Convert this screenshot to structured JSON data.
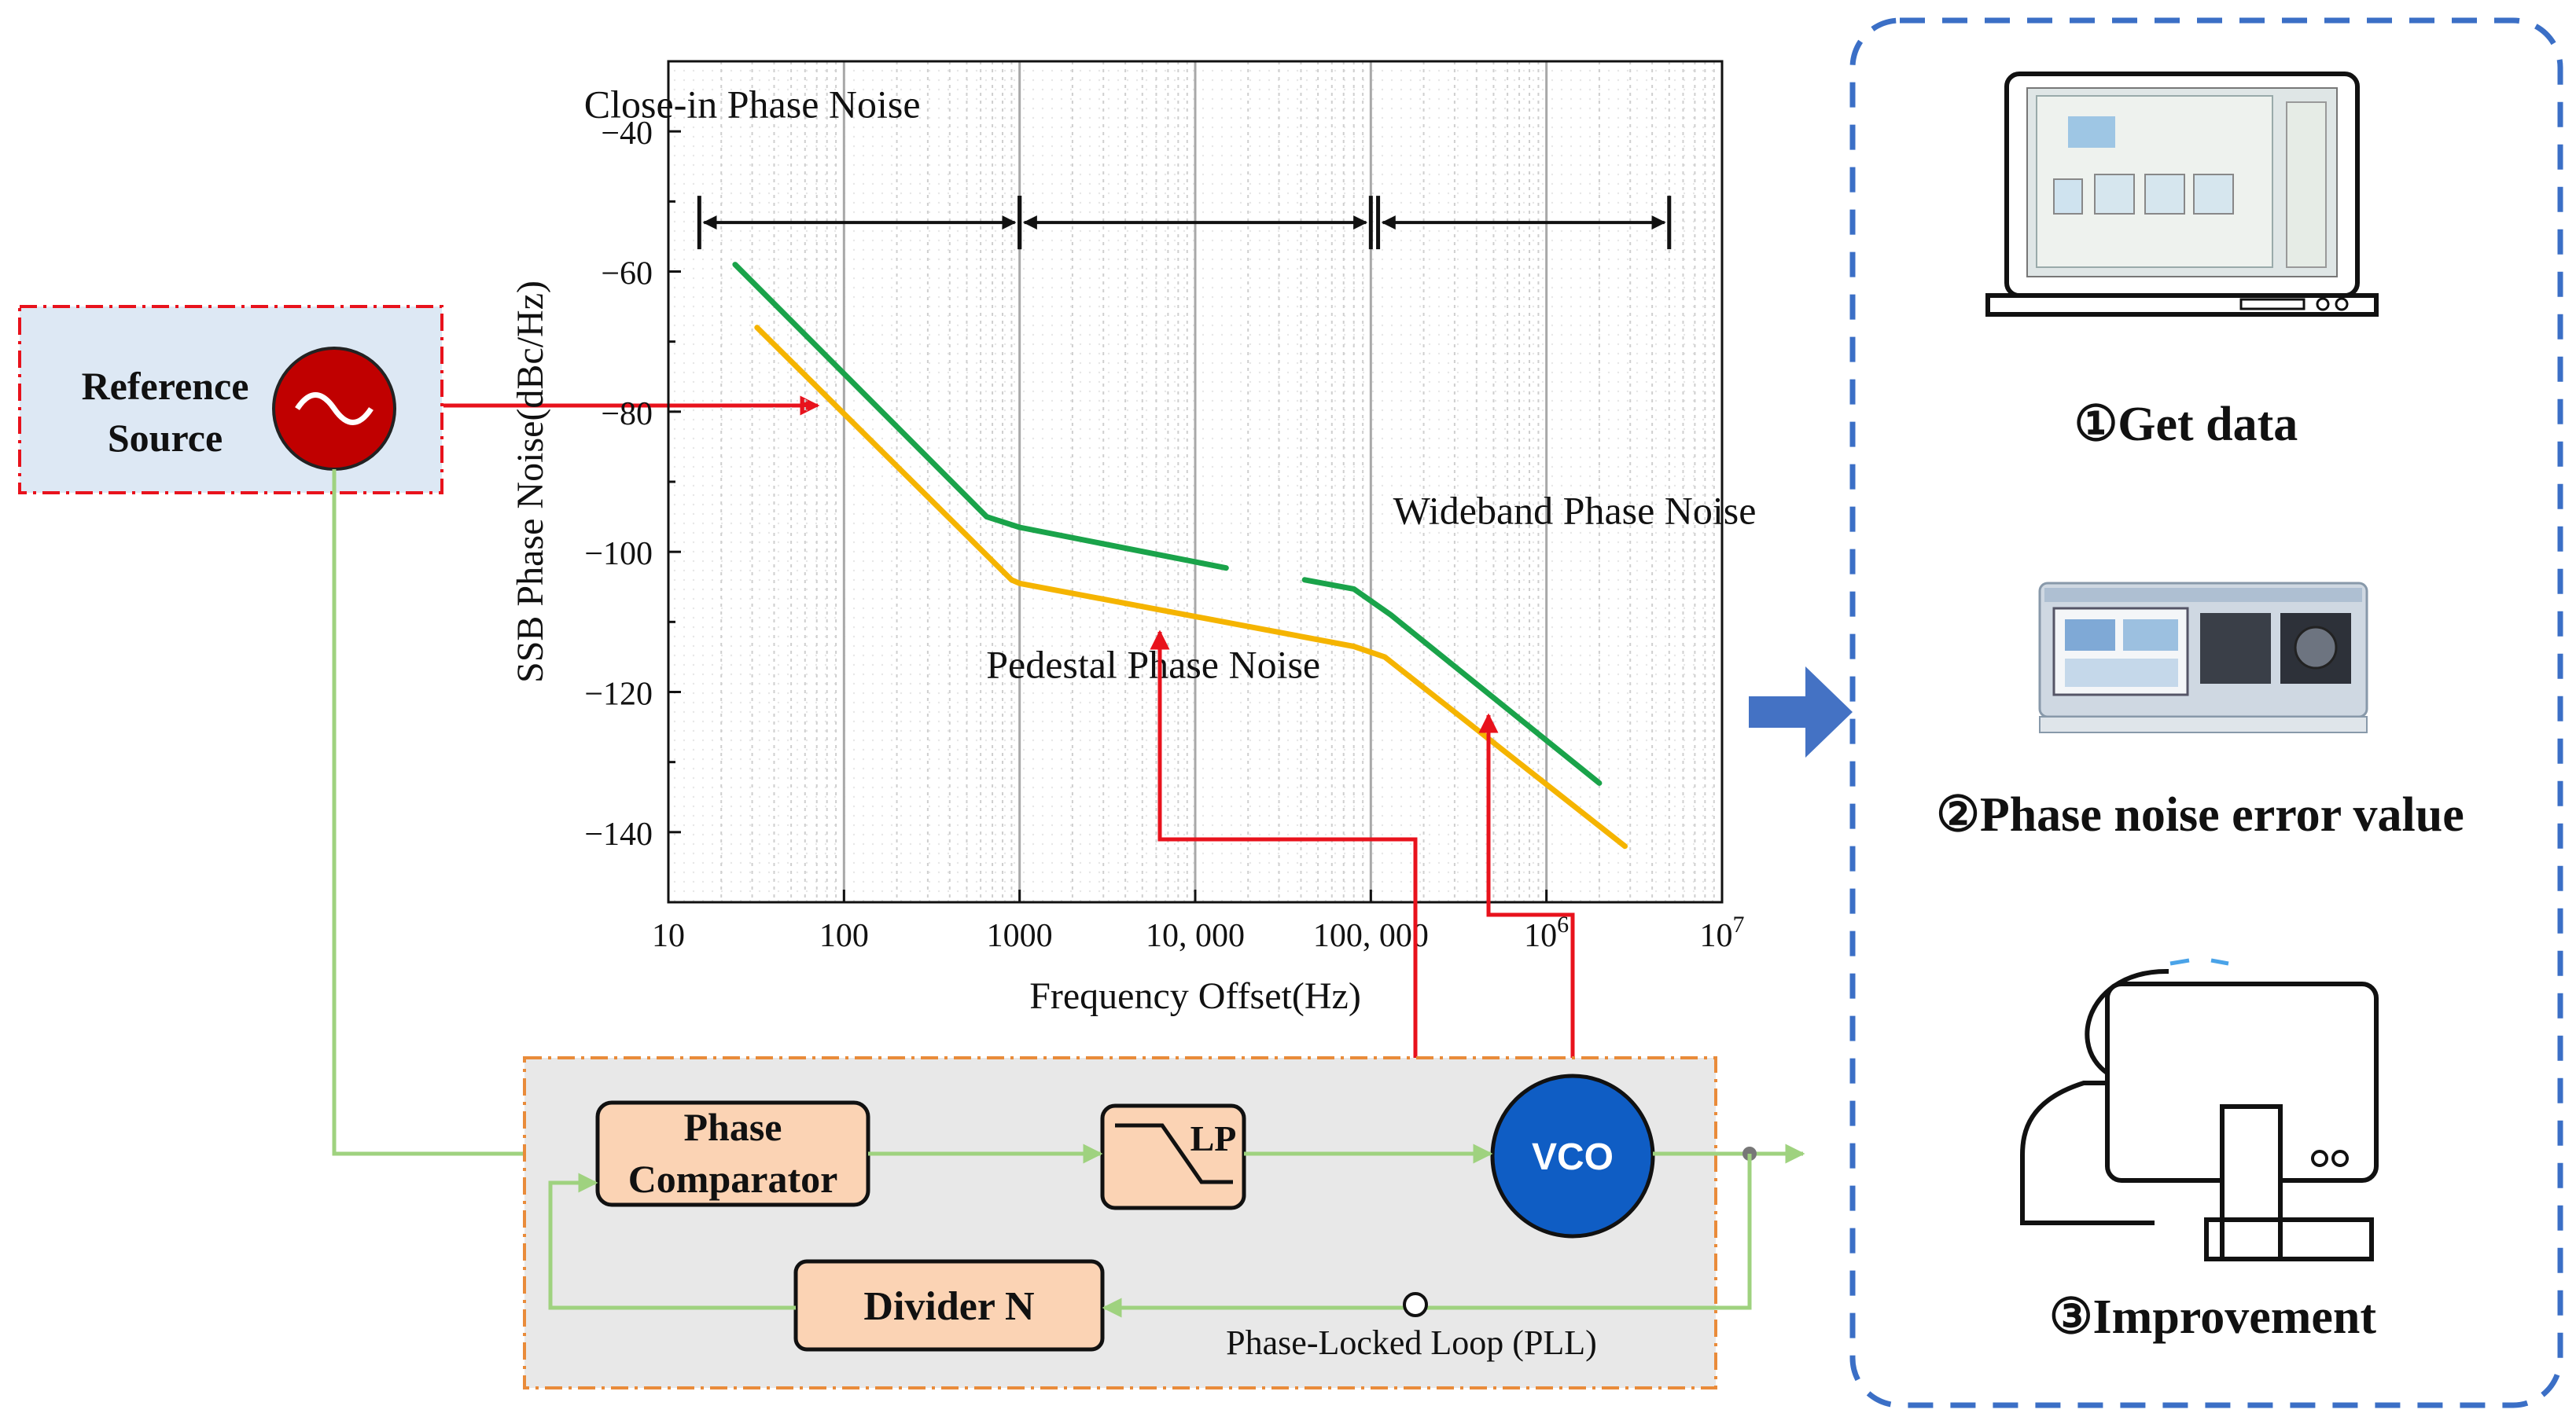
{
  "reference": {
    "line1": "Reference",
    "line2": "Source"
  },
  "chart_data": {
    "type": "line",
    "xscale": "log",
    "xlim": [
      10,
      10000000
    ],
    "ylim": [
      -150,
      -30
    ],
    "ylabel": "SSB Phase Noise(dBc/Hz)",
    "xlabel": "Frequency Offset(Hz)",
    "xticks": [
      "10",
      "100",
      "1000",
      "10, 000",
      "100, 000",
      "10^6",
      "10^7"
    ],
    "yticks": [
      "-40",
      "-60",
      "-80",
      "-100",
      "-120",
      "-140"
    ],
    "series": [
      {
        "color": "#1aa34a",
        "points": [
          [
            24,
            -59
          ],
          [
            650,
            -95
          ],
          [
            1000,
            -96.5
          ],
          [
            15000,
            -102.3
          ],
          null,
          [
            42000,
            -104
          ],
          [
            80000,
            -105.3
          ],
          [
            130000,
            -109
          ],
          [
            2000000,
            -133
          ]
        ]
      },
      {
        "color": "#f5b400",
        "points": [
          [
            32,
            -68
          ],
          [
            900,
            -104
          ],
          [
            1000,
            -104.5
          ],
          [
            80000,
            -113.5
          ],
          [
            120000,
            -115
          ],
          [
            2800000,
            -142
          ]
        ]
      }
    ],
    "regions": [
      {
        "label": "Close-in Phase Noise",
        "from": 15,
        "to": 1000
      },
      {
        "label": "Pedestal Phase Noise",
        "from": 1000,
        "to": 100000
      },
      {
        "label": "Wideband Phase Noise",
        "from": 110000,
        "to": 5000000
      }
    ]
  },
  "pll": {
    "phase_line1": "Phase",
    "phase_line2": "Comparator",
    "lp": "LP",
    "vco": "VCO",
    "divider": "Divider N",
    "caption": "Phase-Locked Loop (PLL)"
  },
  "steps": [
    {
      "label": "①Get data"
    },
    {
      "label": "②Phase noise error value"
    },
    {
      "label": "③Improvement"
    }
  ],
  "colors": {
    "green_curve": "#1aa34a",
    "yellow_curve": "#f5b400",
    "red_arrow": "#e8121c",
    "signal_line": "#9fd27f",
    "pll_box_fill": "#e8e8e8",
    "block_fill": "#fbd3b4",
    "vco_fill": "#0f5dc4",
    "panel_border": "#3b6fc6"
  }
}
